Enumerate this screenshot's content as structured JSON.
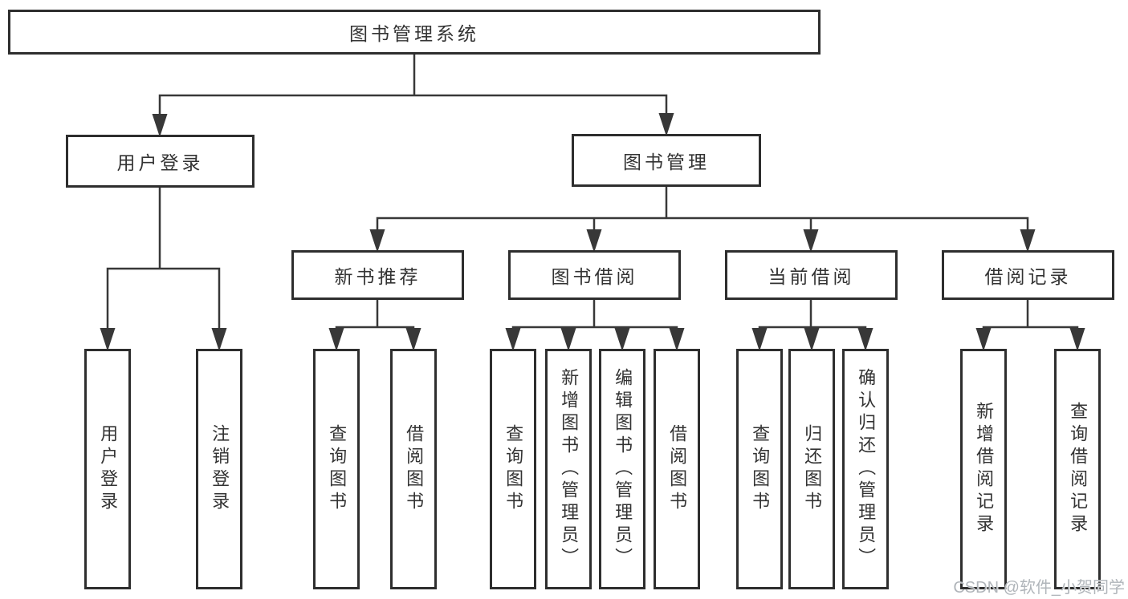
{
  "tree": {
    "root": {
      "label": "图书管理系统",
      "children": [
        {
          "label": "用户登录",
          "children": [
            {
              "label": "用户登录"
            },
            {
              "label": "注销登录"
            }
          ]
        },
        {
          "label": "图书管理",
          "children": [
            {
              "label": "新书推荐",
              "children": [
                {
                  "label": "查询图书"
                },
                {
                  "label": "借阅图书"
                }
              ]
            },
            {
              "label": "图书借阅",
              "children": [
                {
                  "label": "查询图书"
                },
                {
                  "label": "新增图书（管理员）"
                },
                {
                  "label": "编辑图书（管理员）"
                },
                {
                  "label": "借阅图书"
                }
              ]
            },
            {
              "label": "当前借阅",
              "children": [
                {
                  "label": "查询图书"
                },
                {
                  "label": "归还图书"
                },
                {
                  "label": "确认归还（管理员）"
                }
              ]
            },
            {
              "label": "借阅记录",
              "children": [
                {
                  "label": "新增借阅记录"
                },
                {
                  "label": "查询借阅记录"
                }
              ]
            }
          ]
        }
      ]
    }
  },
  "watermark": {
    "text": "CSDN @软件_小贺同学"
  },
  "colors": {
    "line": "#383838",
    "border": "#2e2e2e",
    "text": "#333333",
    "watermark": "#b0b5ba",
    "background": "#ffffff"
  }
}
